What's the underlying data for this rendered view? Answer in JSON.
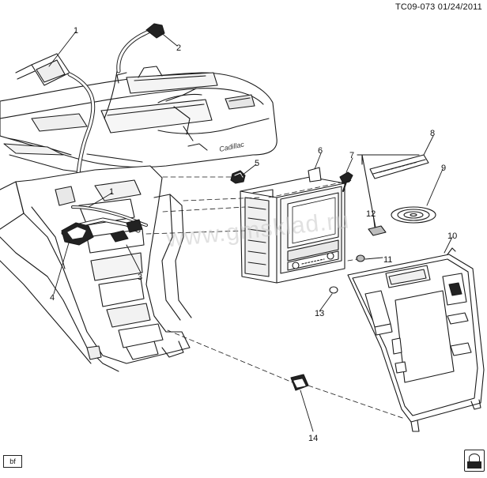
{
  "header": {
    "code": "TC09-073",
    "date": "01/24/2011"
  },
  "footer": {
    "bf_label": "bf"
  },
  "watermark": "www.gmsklad.ru",
  "callouts": [
    {
      "label": "1"
    },
    {
      "label": "2"
    },
    {
      "label": "1"
    },
    {
      "label": "3"
    },
    {
      "label": "4"
    },
    {
      "label": "5"
    },
    {
      "label": "6"
    },
    {
      "label": "7"
    },
    {
      "label": "8"
    },
    {
      "label": "9"
    },
    {
      "label": "10"
    },
    {
      "label": "11"
    },
    {
      "label": "12"
    },
    {
      "label": "13"
    },
    {
      "label": "14"
    }
  ],
  "brand_script": "Cadillac"
}
